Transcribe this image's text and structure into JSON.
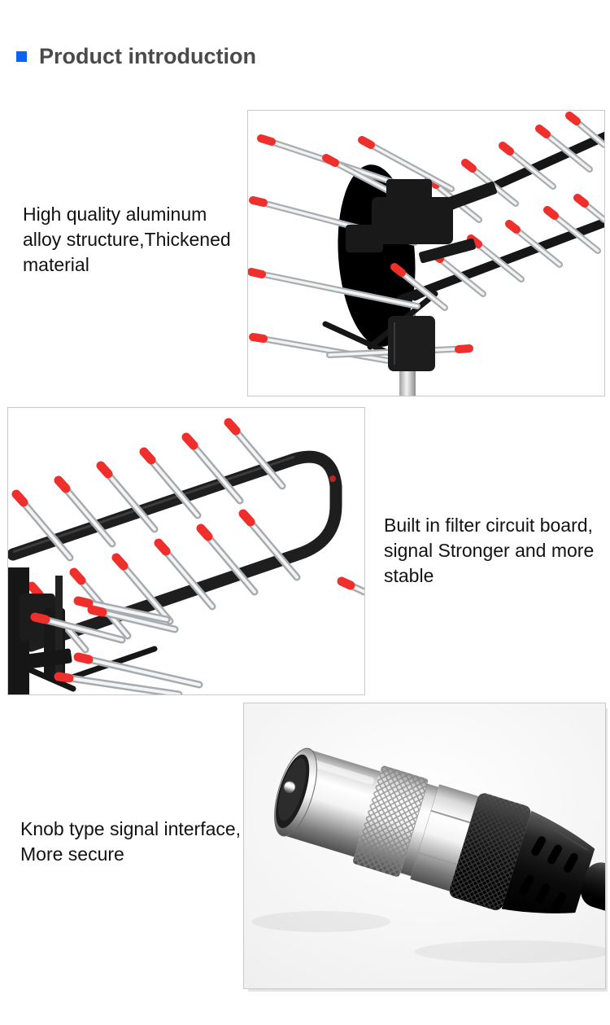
{
  "header": {
    "title": "Product introduction",
    "accent_color": "#0b63f1"
  },
  "sections": [
    {
      "description": "High quality aluminum\nalloy structure,Thickened\nmaterial",
      "photo": "tv-antenna-overview"
    },
    {
      "description": "Built in filter circuit board,\nsignal Stronger and more\nstable",
      "photo": "antenna-boom-closeup"
    },
    {
      "description": "Knob type signal interface,\nMore secure",
      "photo": "coaxial-connector-closeup"
    }
  ],
  "colors": {
    "accent_blue": "#0b63f1",
    "title_gray": "#4a4a4a",
    "body_text": "#121212",
    "photo_border": "#c9c9c9",
    "rod_tip_red": "#ee2f2c",
    "antenna_black": "#161616"
  }
}
